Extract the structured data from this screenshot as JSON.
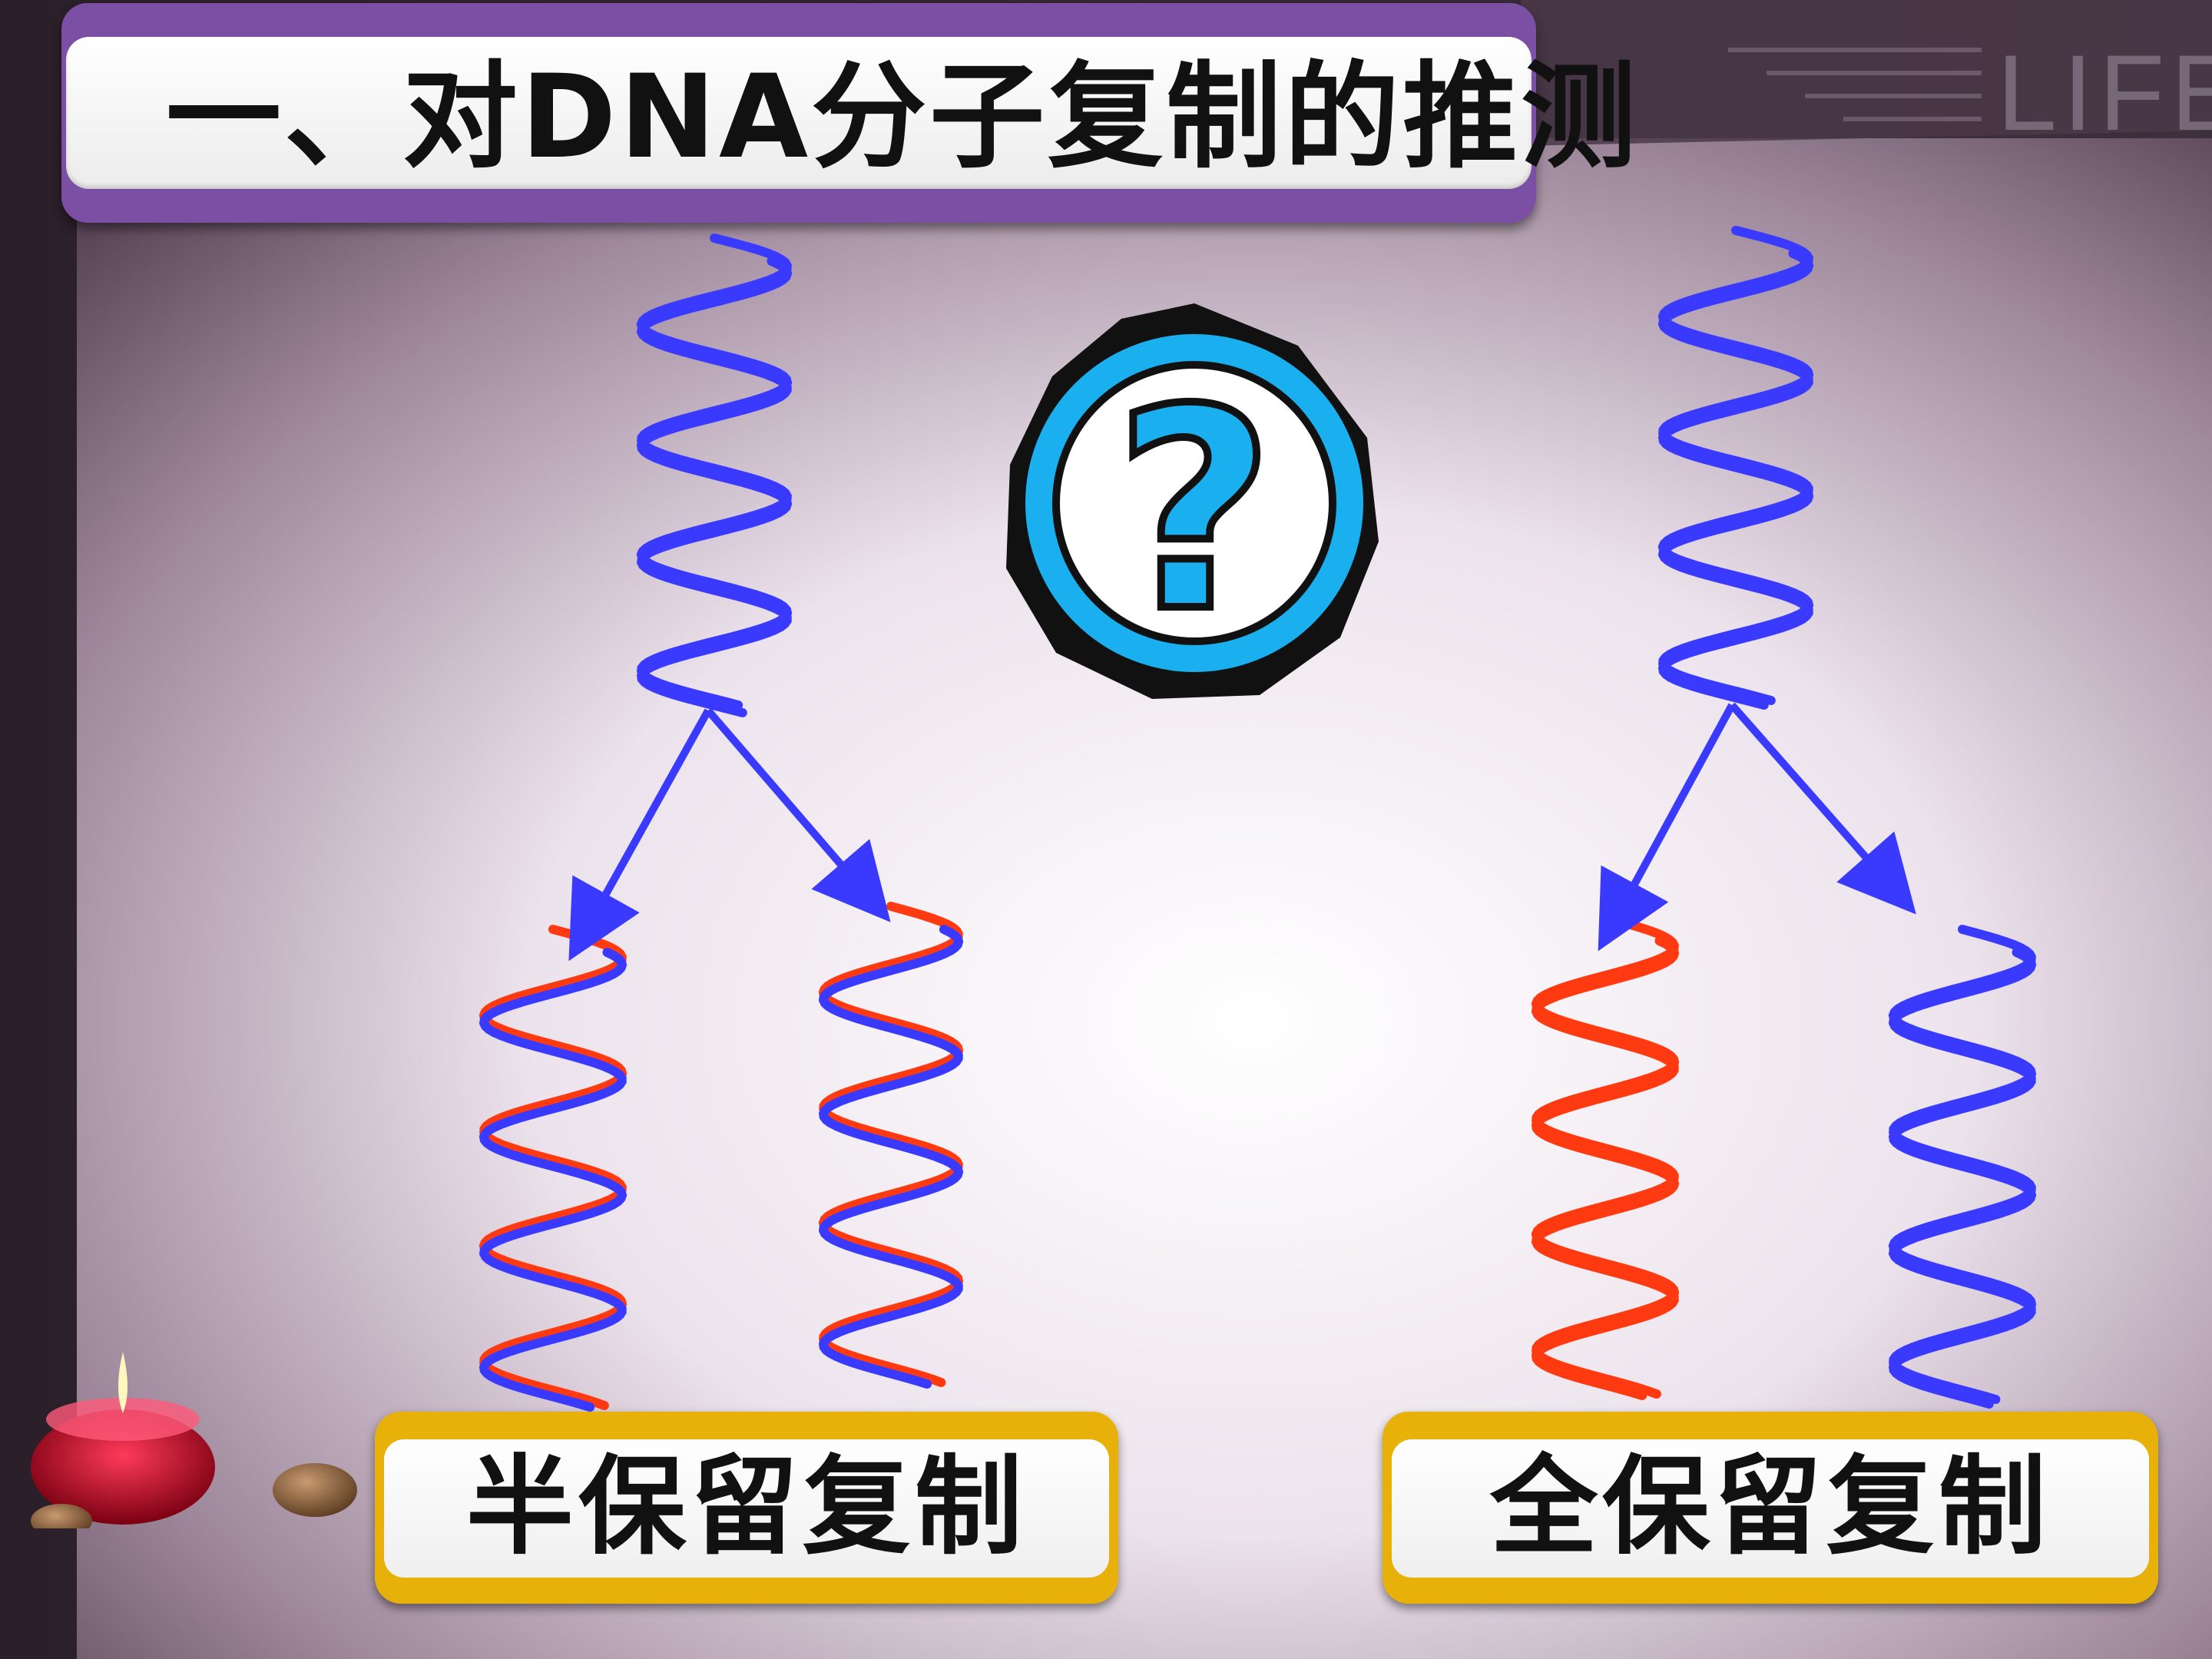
{
  "slide": {
    "title": "一、对DNA分子复制的推测",
    "watermark": "LIFE",
    "question_mark": "?",
    "labels": {
      "semi_conservative": "半保留复制",
      "conservative": "全保留复制"
    },
    "colors": {
      "parent_strand": "#3a3aff",
      "new_strand": "#ff3a10",
      "question_ring": "#1ab0f0",
      "title_frame": "#7b4fa3",
      "label_frame": "#e8b10a"
    }
  }
}
